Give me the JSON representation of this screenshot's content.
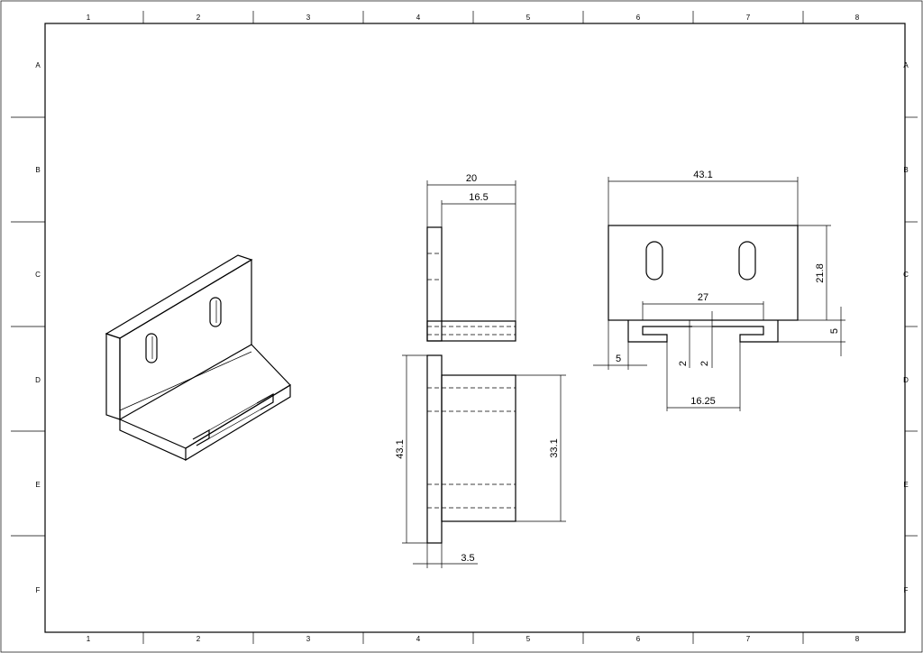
{
  "border": {
    "columns": [
      "1",
      "2",
      "3",
      "4",
      "5",
      "6",
      "7",
      "8"
    ],
    "rows": [
      "A",
      "B",
      "C",
      "D",
      "E",
      "F"
    ]
  },
  "dimensions": {
    "top_width": "20",
    "top_inner": "16.5",
    "side_height": "43.1",
    "side_inner_height": "33.1",
    "side_thickness": "3.5",
    "front_width": "43.1",
    "front_height": "21.8",
    "slot_spacing": "27",
    "lip_height": "5",
    "left_offset": "5",
    "groove_a": "2",
    "groove_b": "2",
    "groove_width": "16.25"
  }
}
